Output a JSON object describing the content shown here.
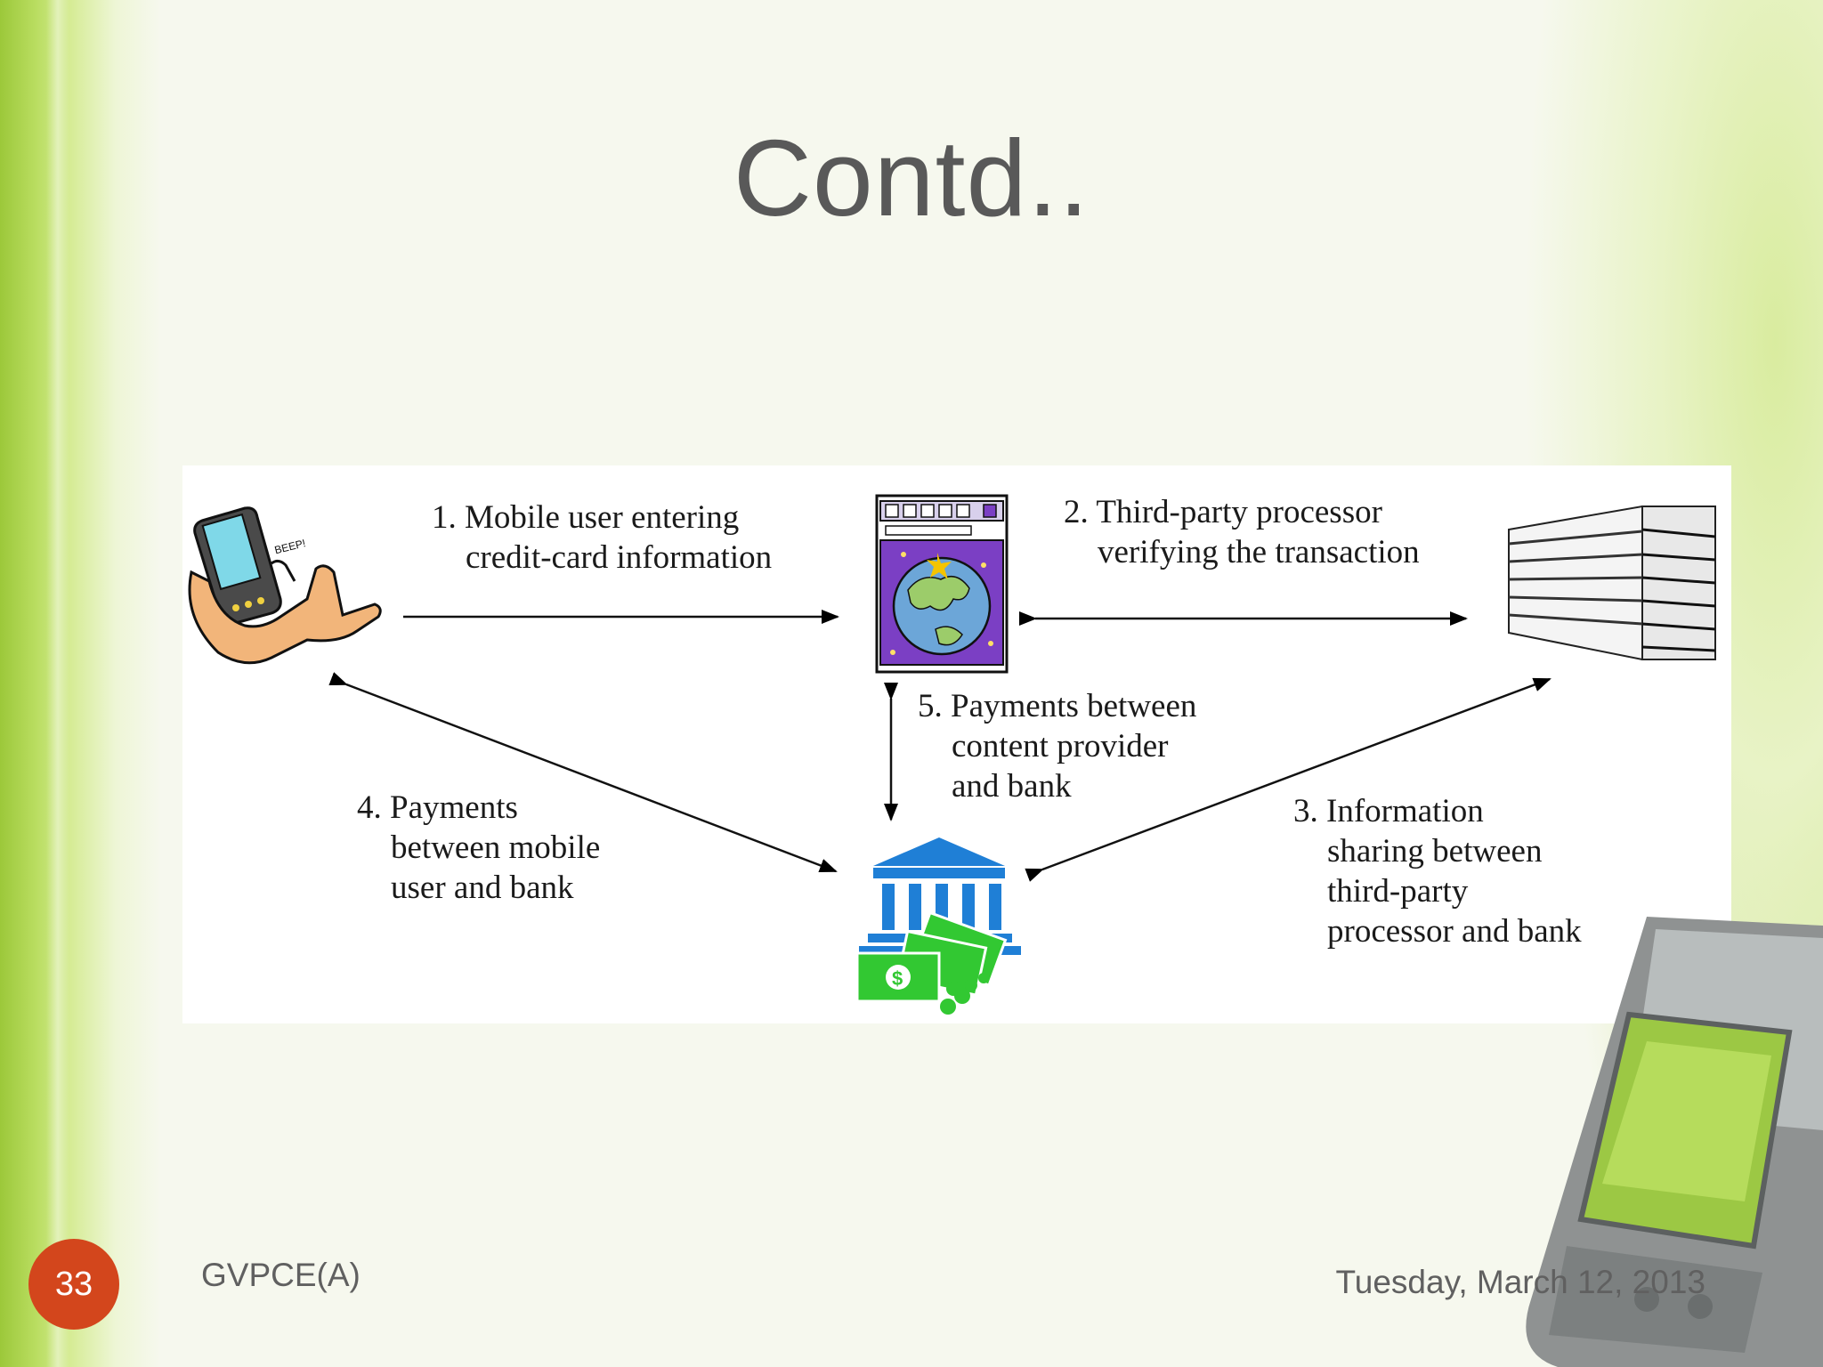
{
  "slide": {
    "title": "Contd..",
    "number": "33",
    "footer_left": "GVPCE(A)",
    "footer_right": "Tuesday, March 12, 2013"
  },
  "diagram": {
    "step1": [
      "1. Mobile user entering",
      "credit-card information"
    ],
    "step2": [
      "2. Third-party processor",
      "verifying the transaction"
    ],
    "step3": [
      "3. Information",
      "sharing between",
      "third-party",
      "processor and bank"
    ],
    "step4": [
      "4. Payments",
      "between mobile",
      "user and bank"
    ],
    "step5": [
      "5. Payments between",
      "content provider",
      "and bank"
    ]
  },
  "colors": {
    "accent_green": "#9cc83a",
    "badge_orange": "#d3461c",
    "bank_blue": "#1f7fd6",
    "money_green": "#32c832",
    "globe_panel": "#7b3fc4"
  }
}
